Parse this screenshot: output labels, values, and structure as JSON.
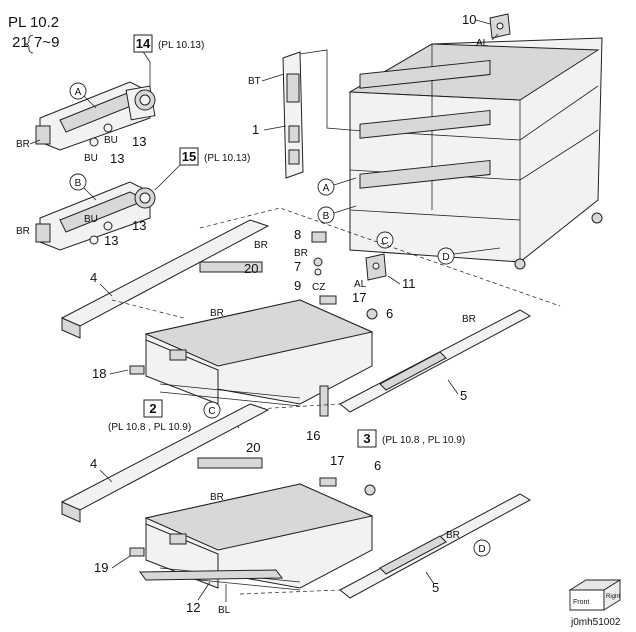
{
  "header": {
    "plate": "PL 10.2",
    "variant_prefix": "21",
    "variant_range": "7~9"
  },
  "refs": {
    "r14": "(PL 10.13)",
    "r15": "(PL 10.13)",
    "r2": "(PL 10.8 , PL 10.9)",
    "r3": "(PL 10.8 , PL 10.9)"
  },
  "boxed": {
    "b14": "14",
    "b15": "15",
    "b2": "2",
    "b3": "3"
  },
  "callouts": {
    "c1": "1",
    "c4a": "4",
    "c4b": "4",
    "c5a": "5",
    "c5b": "5",
    "c6a": "6",
    "c6b": "6",
    "c7": "7",
    "c8": "8",
    "c9": "9",
    "c10": "10",
    "c11": "11",
    "c12": "12",
    "c13a": "13",
    "c13b": "13",
    "c13c": "13",
    "c13d": "13",
    "c16": "16",
    "c17a": "17",
    "c17b": "17",
    "c18": "18",
    "c19": "19",
    "c20a": "20",
    "c20b": "20"
  },
  "fasteners": {
    "BT": "BT",
    "AL1": "AL",
    "AL2": "AL",
    "BR": "BR",
    "BU": "BU",
    "CZ": "CZ",
    "BL": "BL"
  },
  "circle_refs": {
    "A": "A",
    "B": "B",
    "C": "C",
    "D": "D"
  },
  "orientation": {
    "line1": "Front",
    "line2": "Right"
  },
  "figure_code": "j0mh51002"
}
